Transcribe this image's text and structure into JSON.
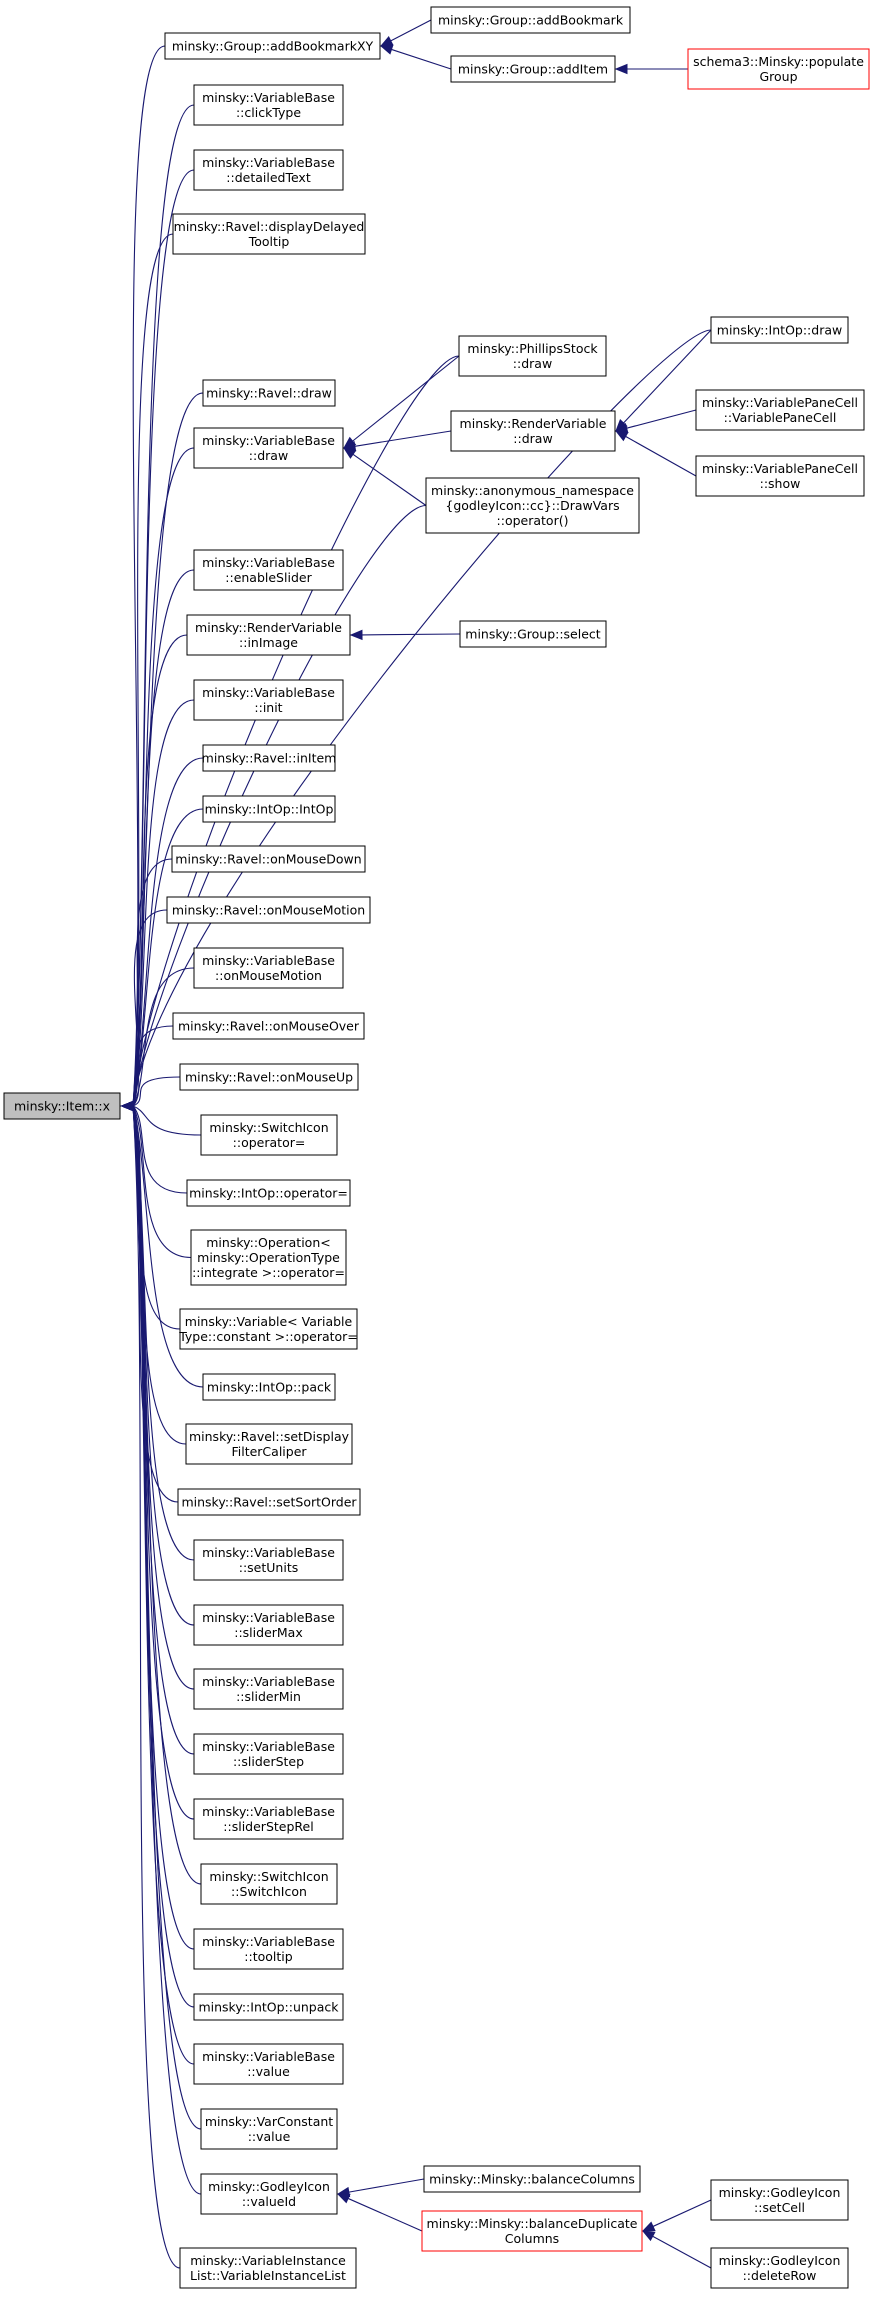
{
  "nodes": {
    "n_x": {
      "lines": [
        "minsky::Item::x"
      ],
      "style": "root"
    },
    "n_addBookmarkXY": {
      "lines": [
        "minsky::Group::addBookmarkXY"
      ]
    },
    "n_addBookmark": {
      "lines": [
        "minsky::Group::addBookmark"
      ]
    },
    "n_addItem": {
      "lines": [
        "minsky::Group::addItem"
      ]
    },
    "n_populateGroup": {
      "lines": [
        "schema3::Minsky::populate",
        "Group"
      ],
      "style": "red"
    },
    "n_clickType": {
      "lines": [
        "minsky::VariableBase",
        "::clickType"
      ]
    },
    "n_detailedText": {
      "lines": [
        "minsky::VariableBase",
        "::detailedText"
      ]
    },
    "n_displayDelayed": {
      "lines": [
        "minsky::Ravel::displayDelayed",
        "Tooltip"
      ]
    },
    "n_intOpDraw": {
      "lines": [
        "minsky::IntOp::draw"
      ]
    },
    "n_phillipsDraw": {
      "lines": [
        "minsky::PhillipsStock",
        "::draw"
      ]
    },
    "n_ravelDraw": {
      "lines": [
        "minsky::Ravel::draw"
      ]
    },
    "n_varBaseDraw": {
      "lines": [
        "minsky::VariableBase",
        "::draw"
      ]
    },
    "n_renderVarDraw": {
      "lines": [
        "minsky::RenderVariable",
        "::draw"
      ]
    },
    "n_varPaneCell": {
      "lines": [
        "minsky::VariablePaneCell",
        "::VariablePaneCell"
      ]
    },
    "n_varPaneShow": {
      "lines": [
        "minsky::VariablePaneCell",
        "::show"
      ]
    },
    "n_drawVars": {
      "lines": [
        "minsky::anonymous_namespace",
        "{godleyIcon::cc}::DrawVars",
        "::operator()"
      ]
    },
    "n_enableSlider": {
      "lines": [
        "minsky::VariableBase",
        "::enableSlider"
      ]
    },
    "n_inImage": {
      "lines": [
        "minsky::RenderVariable",
        "::inImage"
      ]
    },
    "n_groupSelect": {
      "lines": [
        "minsky::Group::select"
      ]
    },
    "n_init": {
      "lines": [
        "minsky::VariableBase",
        "::init"
      ]
    },
    "n_inItem": {
      "lines": [
        "minsky::Ravel::inItem"
      ]
    },
    "n_intOpCtor": {
      "lines": [
        "minsky::IntOp::IntOp"
      ]
    },
    "n_mouseDown": {
      "lines": [
        "minsky::Ravel::onMouseDown"
      ]
    },
    "n_mouseMotion": {
      "lines": [
        "minsky::Ravel::onMouseMotion"
      ]
    },
    "n_vbMouseMotion": {
      "lines": [
        "minsky::VariableBase",
        "::onMouseMotion"
      ]
    },
    "n_mouseOver": {
      "lines": [
        "minsky::Ravel::onMouseOver"
      ]
    },
    "n_mouseUp": {
      "lines": [
        "minsky::Ravel::onMouseUp"
      ]
    },
    "n_switchAssign": {
      "lines": [
        "minsky::SwitchIcon",
        "::operator="
      ]
    },
    "n_intOpAssign": {
      "lines": [
        "minsky::IntOp::operator="
      ]
    },
    "n_opAssign": {
      "lines": [
        "minsky::Operation<",
        " minsky::OperationType",
        "::integrate >::operator="
      ]
    },
    "n_varAssign": {
      "lines": [
        "minsky::Variable< Variable",
        "Type::constant >::operator="
      ]
    },
    "n_pack": {
      "lines": [
        "minsky::IntOp::pack"
      ]
    },
    "n_filterCaliper": {
      "lines": [
        "minsky::Ravel::setDisplay",
        "FilterCaliper"
      ]
    },
    "n_sortOrder": {
      "lines": [
        "minsky::Ravel::setSortOrder"
      ]
    },
    "n_setUnits": {
      "lines": [
        "minsky::VariableBase",
        "::setUnits"
      ]
    },
    "n_sliderMax": {
      "lines": [
        "minsky::VariableBase",
        "::sliderMax"
      ]
    },
    "n_sliderMin": {
      "lines": [
        "minsky::VariableBase",
        "::sliderMin"
      ]
    },
    "n_sliderStep": {
      "lines": [
        "minsky::VariableBase",
        "::sliderStep"
      ]
    },
    "n_sliderStepRel": {
      "lines": [
        "minsky::VariableBase",
        "::sliderStepRel"
      ]
    },
    "n_switchCtor": {
      "lines": [
        "minsky::SwitchIcon",
        "::SwitchIcon"
      ]
    },
    "n_tooltip": {
      "lines": [
        "minsky::VariableBase",
        "::tooltip"
      ]
    },
    "n_unpack": {
      "lines": [
        "minsky::IntOp::unpack"
      ]
    },
    "n_vbValue": {
      "lines": [
        "minsky::VariableBase",
        "::value"
      ]
    },
    "n_vcValue": {
      "lines": [
        "minsky::VarConstant",
        "::value"
      ]
    },
    "n_valueId": {
      "lines": [
        "minsky::GodleyIcon",
        "::valueId"
      ]
    },
    "n_balanceCols": {
      "lines": [
        "minsky::Minsky::balanceColumns"
      ]
    },
    "n_balanceDup": {
      "lines": [
        "minsky::Minsky::balanceDuplicate",
        "Columns"
      ],
      "style": "red"
    },
    "n_setCell": {
      "lines": [
        "minsky::GodleyIcon",
        "::setCell"
      ]
    },
    "n_deleteRow": {
      "lines": [
        "minsky::GodleyIcon",
        "::deleteRow"
      ]
    },
    "n_varInstList": {
      "lines": [
        "minsky::VariableInstance",
        "List::VariableInstanceList"
      ]
    }
  },
  "edges": [
    [
      "n_addBookmarkXY",
      "n_x"
    ],
    [
      "n_addBookmark",
      "n_addBookmarkXY"
    ],
    [
      "n_addItem",
      "n_addBookmarkXY"
    ],
    [
      "n_populateGroup",
      "n_addItem"
    ],
    [
      "n_clickType",
      "n_x"
    ],
    [
      "n_detailedText",
      "n_x"
    ],
    [
      "n_displayDelayed",
      "n_x"
    ],
    [
      "n_intOpDraw",
      "n_x"
    ],
    [
      "n_phillipsDraw",
      "n_x"
    ],
    [
      "n_ravelDraw",
      "n_x"
    ],
    [
      "n_varBaseDraw",
      "n_x"
    ],
    [
      "n_phillipsDraw",
      "n_varBaseDraw"
    ],
    [
      "n_renderVarDraw",
      "n_varBaseDraw"
    ],
    [
      "n_drawVars",
      "n_varBaseDraw"
    ],
    [
      "n_intOpDraw",
      "n_renderVarDraw"
    ],
    [
      "n_varPaneCell",
      "n_renderVarDraw"
    ],
    [
      "n_varPaneShow",
      "n_renderVarDraw"
    ],
    [
      "n_drawVars",
      "n_x"
    ],
    [
      "n_enableSlider",
      "n_x"
    ],
    [
      "n_inImage",
      "n_x"
    ],
    [
      "n_groupSelect",
      "n_inImage"
    ],
    [
      "n_init",
      "n_x"
    ],
    [
      "n_inItem",
      "n_x"
    ],
    [
      "n_intOpCtor",
      "n_x"
    ],
    [
      "n_mouseDown",
      "n_x"
    ],
    [
      "n_mouseMotion",
      "n_x"
    ],
    [
      "n_vbMouseMotion",
      "n_x"
    ],
    [
      "n_mouseOver",
      "n_x"
    ],
    [
      "n_mouseUp",
      "n_x"
    ],
    [
      "n_switchAssign",
      "n_x"
    ],
    [
      "n_intOpAssign",
      "n_x"
    ],
    [
      "n_opAssign",
      "n_x"
    ],
    [
      "n_varAssign",
      "n_x"
    ],
    [
      "n_pack",
      "n_x"
    ],
    [
      "n_filterCaliper",
      "n_x"
    ],
    [
      "n_sortOrder",
      "n_x"
    ],
    [
      "n_setUnits",
      "n_x"
    ],
    [
      "n_sliderMax",
      "n_x"
    ],
    [
      "n_sliderMin",
      "n_x"
    ],
    [
      "n_sliderStep",
      "n_x"
    ],
    [
      "n_sliderStepRel",
      "n_x"
    ],
    [
      "n_switchCtor",
      "n_x"
    ],
    [
      "n_tooltip",
      "n_x"
    ],
    [
      "n_unpack",
      "n_x"
    ],
    [
      "n_vbValue",
      "n_x"
    ],
    [
      "n_vcValue",
      "n_x"
    ],
    [
      "n_valueId",
      "n_x"
    ],
    [
      "n_balanceCols",
      "n_valueId"
    ],
    [
      "n_balanceDup",
      "n_valueId"
    ],
    [
      "n_setCell",
      "n_balanceDup"
    ],
    [
      "n_deleteRow",
      "n_balanceDup"
    ],
    [
      "n_varInstList",
      "n_x"
    ]
  ]
}
